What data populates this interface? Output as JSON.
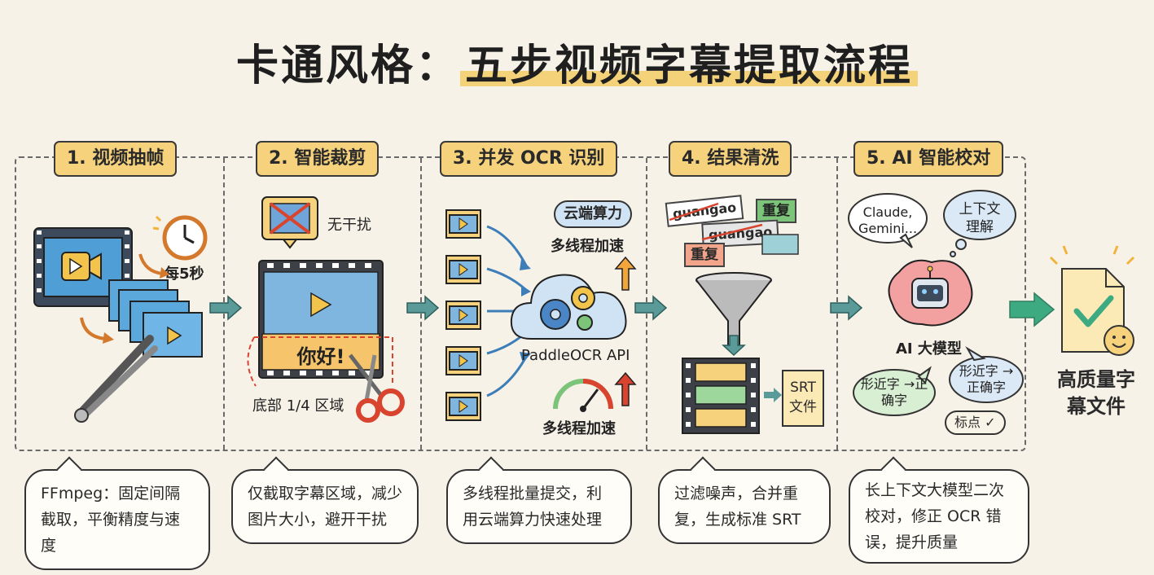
{
  "title": {
    "part1": "卡通风格：",
    "part2": "五步视频字幕提取流程"
  },
  "steps": [
    {
      "label": "1. 视频抽帧",
      "desc": "FFmpeg：固定间隔截取，平衡精度与速度",
      "annotations": {
        "interval": "每5秒"
      }
    },
    {
      "label": "2. 智能裁剪",
      "desc": "仅截取字幕区域，减少图片大小，避开干扰",
      "annotations": {
        "no_interference": "无干扰",
        "subtitle_text": "你好!",
        "region": "底部 1/4 区域"
      }
    },
    {
      "label": "3. 并发 OCR 识别",
      "desc": "多线程批量提交，利用云端算力快速处理",
      "annotations": {
        "cloud_compute": "云端算力",
        "multithread_top": "多线程加速",
        "api": "PaddleOCR API",
        "multithread_bottom": "多线程加速"
      }
    },
    {
      "label": "4. 结果清洗",
      "desc": "过滤噪声，合并重复，生成标准 SRT",
      "annotations": {
        "noise1": "guangao",
        "noise2": "guangao",
        "dup1": "重复",
        "dup2": "重复",
        "srt_file": "SRT 文件"
      }
    },
    {
      "label": "5. AI 智能校对",
      "desc": "长上下文大模型二次校对，修正 OCR 错误，提升质量",
      "annotations": {
        "models": "Claude, Gemini...",
        "context": "上下文理解",
        "ai_model": "AI 大模型",
        "similar1": "形近字 →正确字",
        "similar2": "形近字 →正确字",
        "punct": "标点 ✓"
      }
    }
  ],
  "output": {
    "label": "高质量字幕文件"
  },
  "colors": {
    "accent_yellow": "#f6d27c",
    "arrow_teal": "#5a9a98",
    "highlight": "#f4d27a"
  }
}
